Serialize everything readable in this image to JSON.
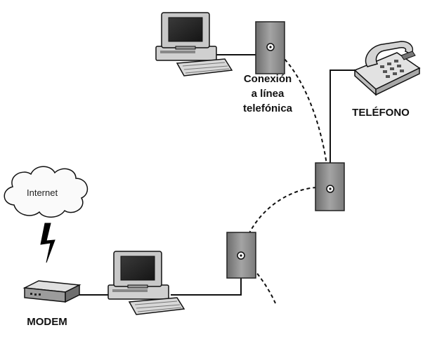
{
  "labels": {
    "conexion_line1": "Conexión",
    "conexion_line2": "a línea",
    "conexion_line3": "telefónica",
    "telefono": "TELÉFONO",
    "internet": "Internet",
    "modem": "MODEM"
  },
  "icons": {
    "top_computer": "desktop-computer-icon",
    "bottom_computer": "desktop-computer-icon",
    "telephone": "telephone-icon",
    "modem": "modem-icon",
    "cloud": "cloud-icon",
    "lightning": "lightning-bolt-icon",
    "wall_jack": "wall-jack-icon"
  }
}
